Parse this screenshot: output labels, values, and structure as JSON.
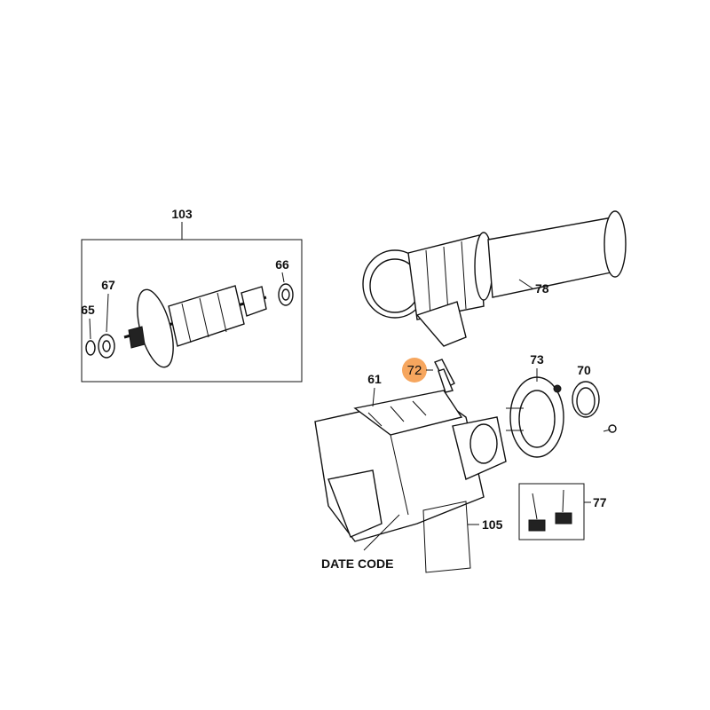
{
  "labels": {
    "p103": "103",
    "p66": "66",
    "p67": "67",
    "p65": "65",
    "p78": "78",
    "p72": "72",
    "p73": "73",
    "p70": "70",
    "p61": "61",
    "p77": "77",
    "p105": "105",
    "date_code": "DATE CODE"
  },
  "highlight_color": "#f6a65e"
}
